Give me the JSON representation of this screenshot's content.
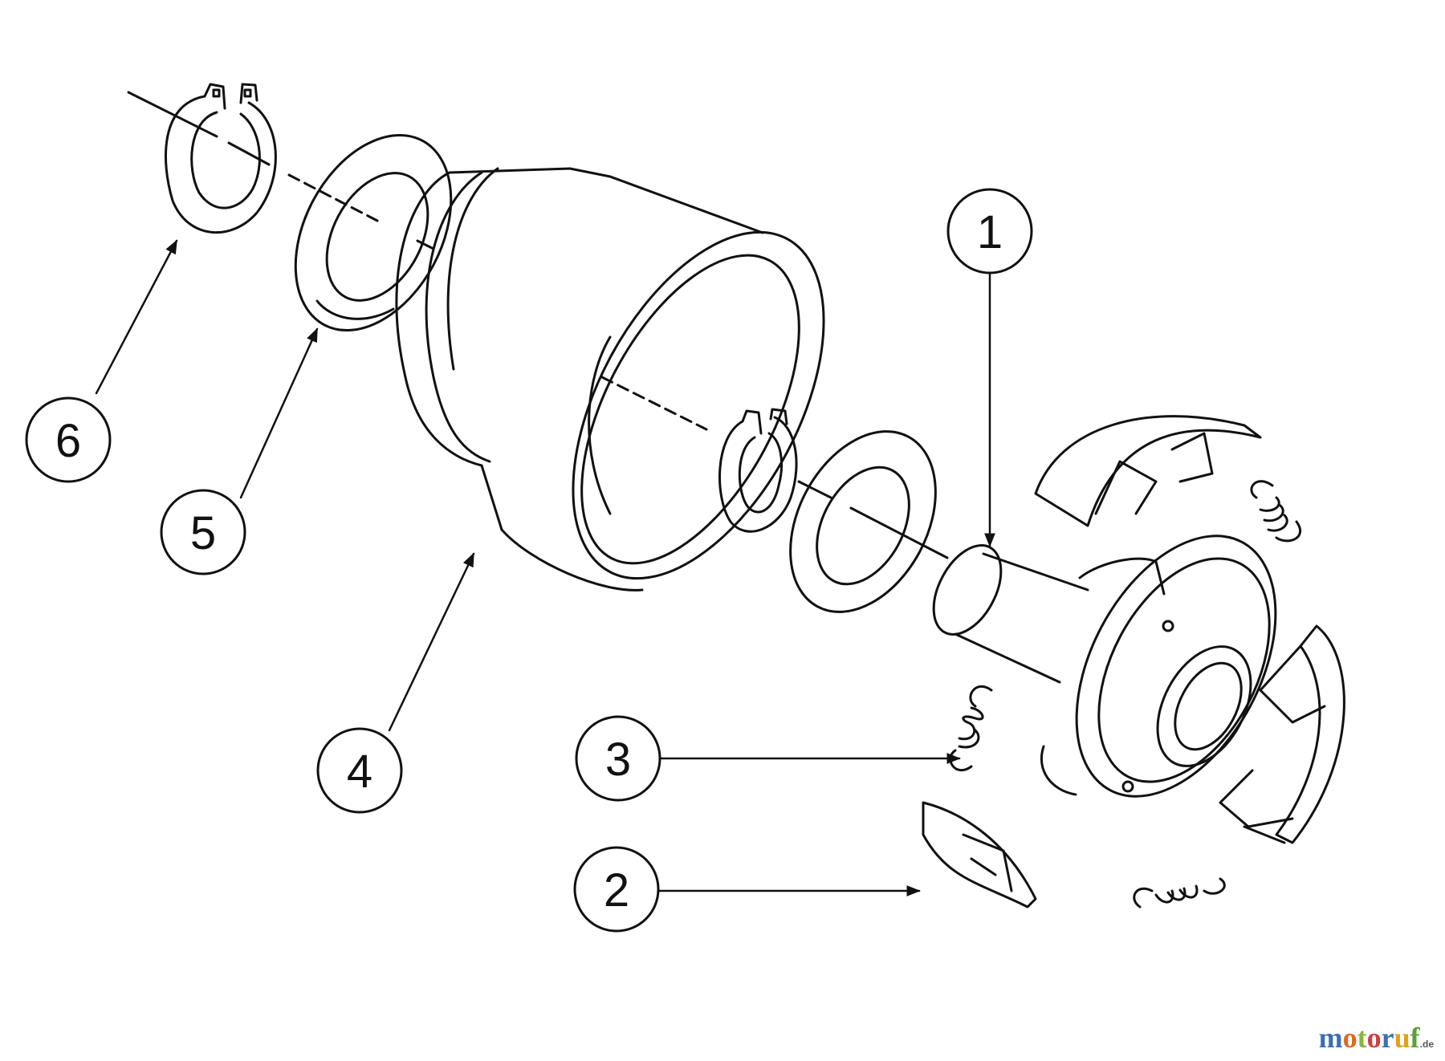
{
  "diagram": {
    "callouts": [
      {
        "id": "1",
        "label": "1"
      },
      {
        "id": "2",
        "label": "2"
      },
      {
        "id": "3",
        "label": "3"
      },
      {
        "id": "4",
        "label": "4"
      },
      {
        "id": "5",
        "label": "5"
      },
      {
        "id": "6",
        "label": "6"
      }
    ]
  },
  "watermark": {
    "letters": [
      "m",
      "o",
      "t",
      "o",
      "r",
      "u",
      "f"
    ],
    "suffix": ".de",
    "colors": [
      "#3c6fb4",
      "#e06a1b",
      "#8cb43c",
      "#d23c3c",
      "#3c6fb4",
      "#e0a21b",
      "#5aa03c"
    ]
  },
  "colors": {
    "line": "#111111",
    "background": "#ffffff"
  }
}
